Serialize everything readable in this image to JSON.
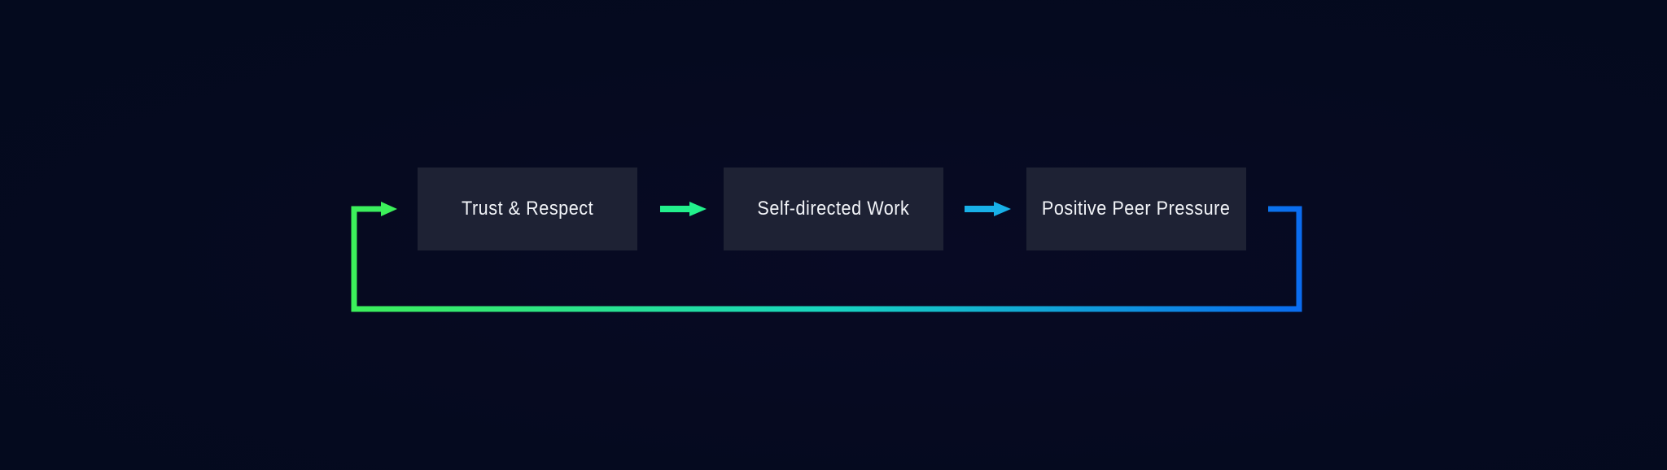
{
  "diagram": {
    "steps": [
      {
        "label": "Trust & Respect"
      },
      {
        "label": "Self-directed Work"
      },
      {
        "label": "Positive Peer Pressure"
      }
    ],
    "colors": {
      "background": "#050a1f",
      "box": "#1e2234",
      "text": "#f2f4f8",
      "gradient_start": "#3cf05a",
      "gradient_mid": "#18d6c0",
      "gradient_end": "#0a6cf0",
      "arrow_1": "#22f08c",
      "arrow_2": "#18b0e8"
    }
  }
}
